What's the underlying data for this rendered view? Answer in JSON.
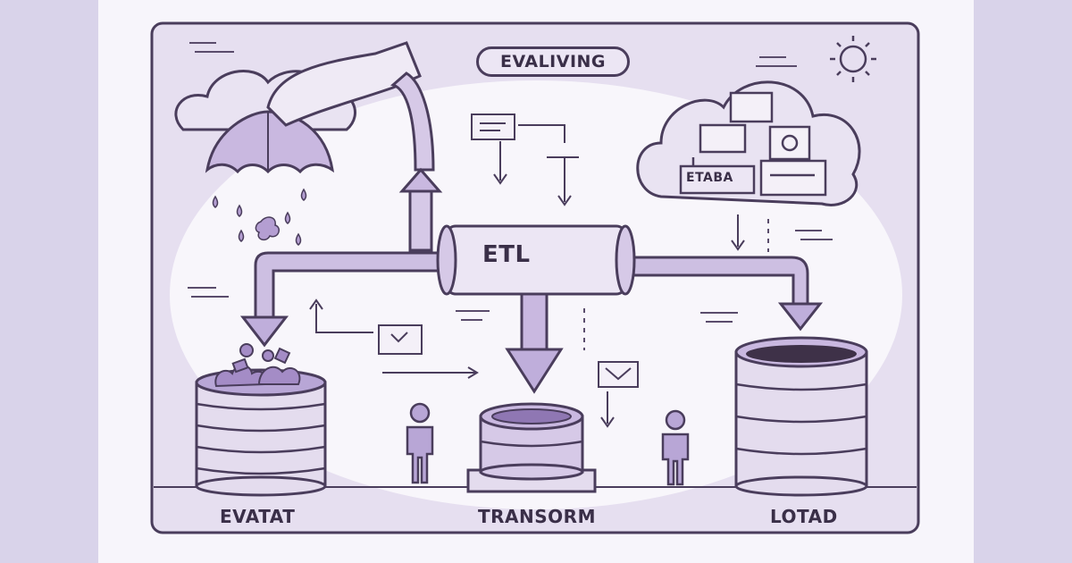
{
  "header": {
    "badge": "EVALIVING"
  },
  "pipe": {
    "label": "ETL"
  },
  "cloud": {
    "box_label": "ETABA"
  },
  "stages": [
    {
      "label": "EVATAT"
    },
    {
      "label": "TRANSORM"
    },
    {
      "label": "LOTAD"
    }
  ],
  "colors": {
    "background": "#d9d3ea",
    "panel": "#e6dff0",
    "accent": "#b8a6d6",
    "ink": "#3a2f48"
  }
}
